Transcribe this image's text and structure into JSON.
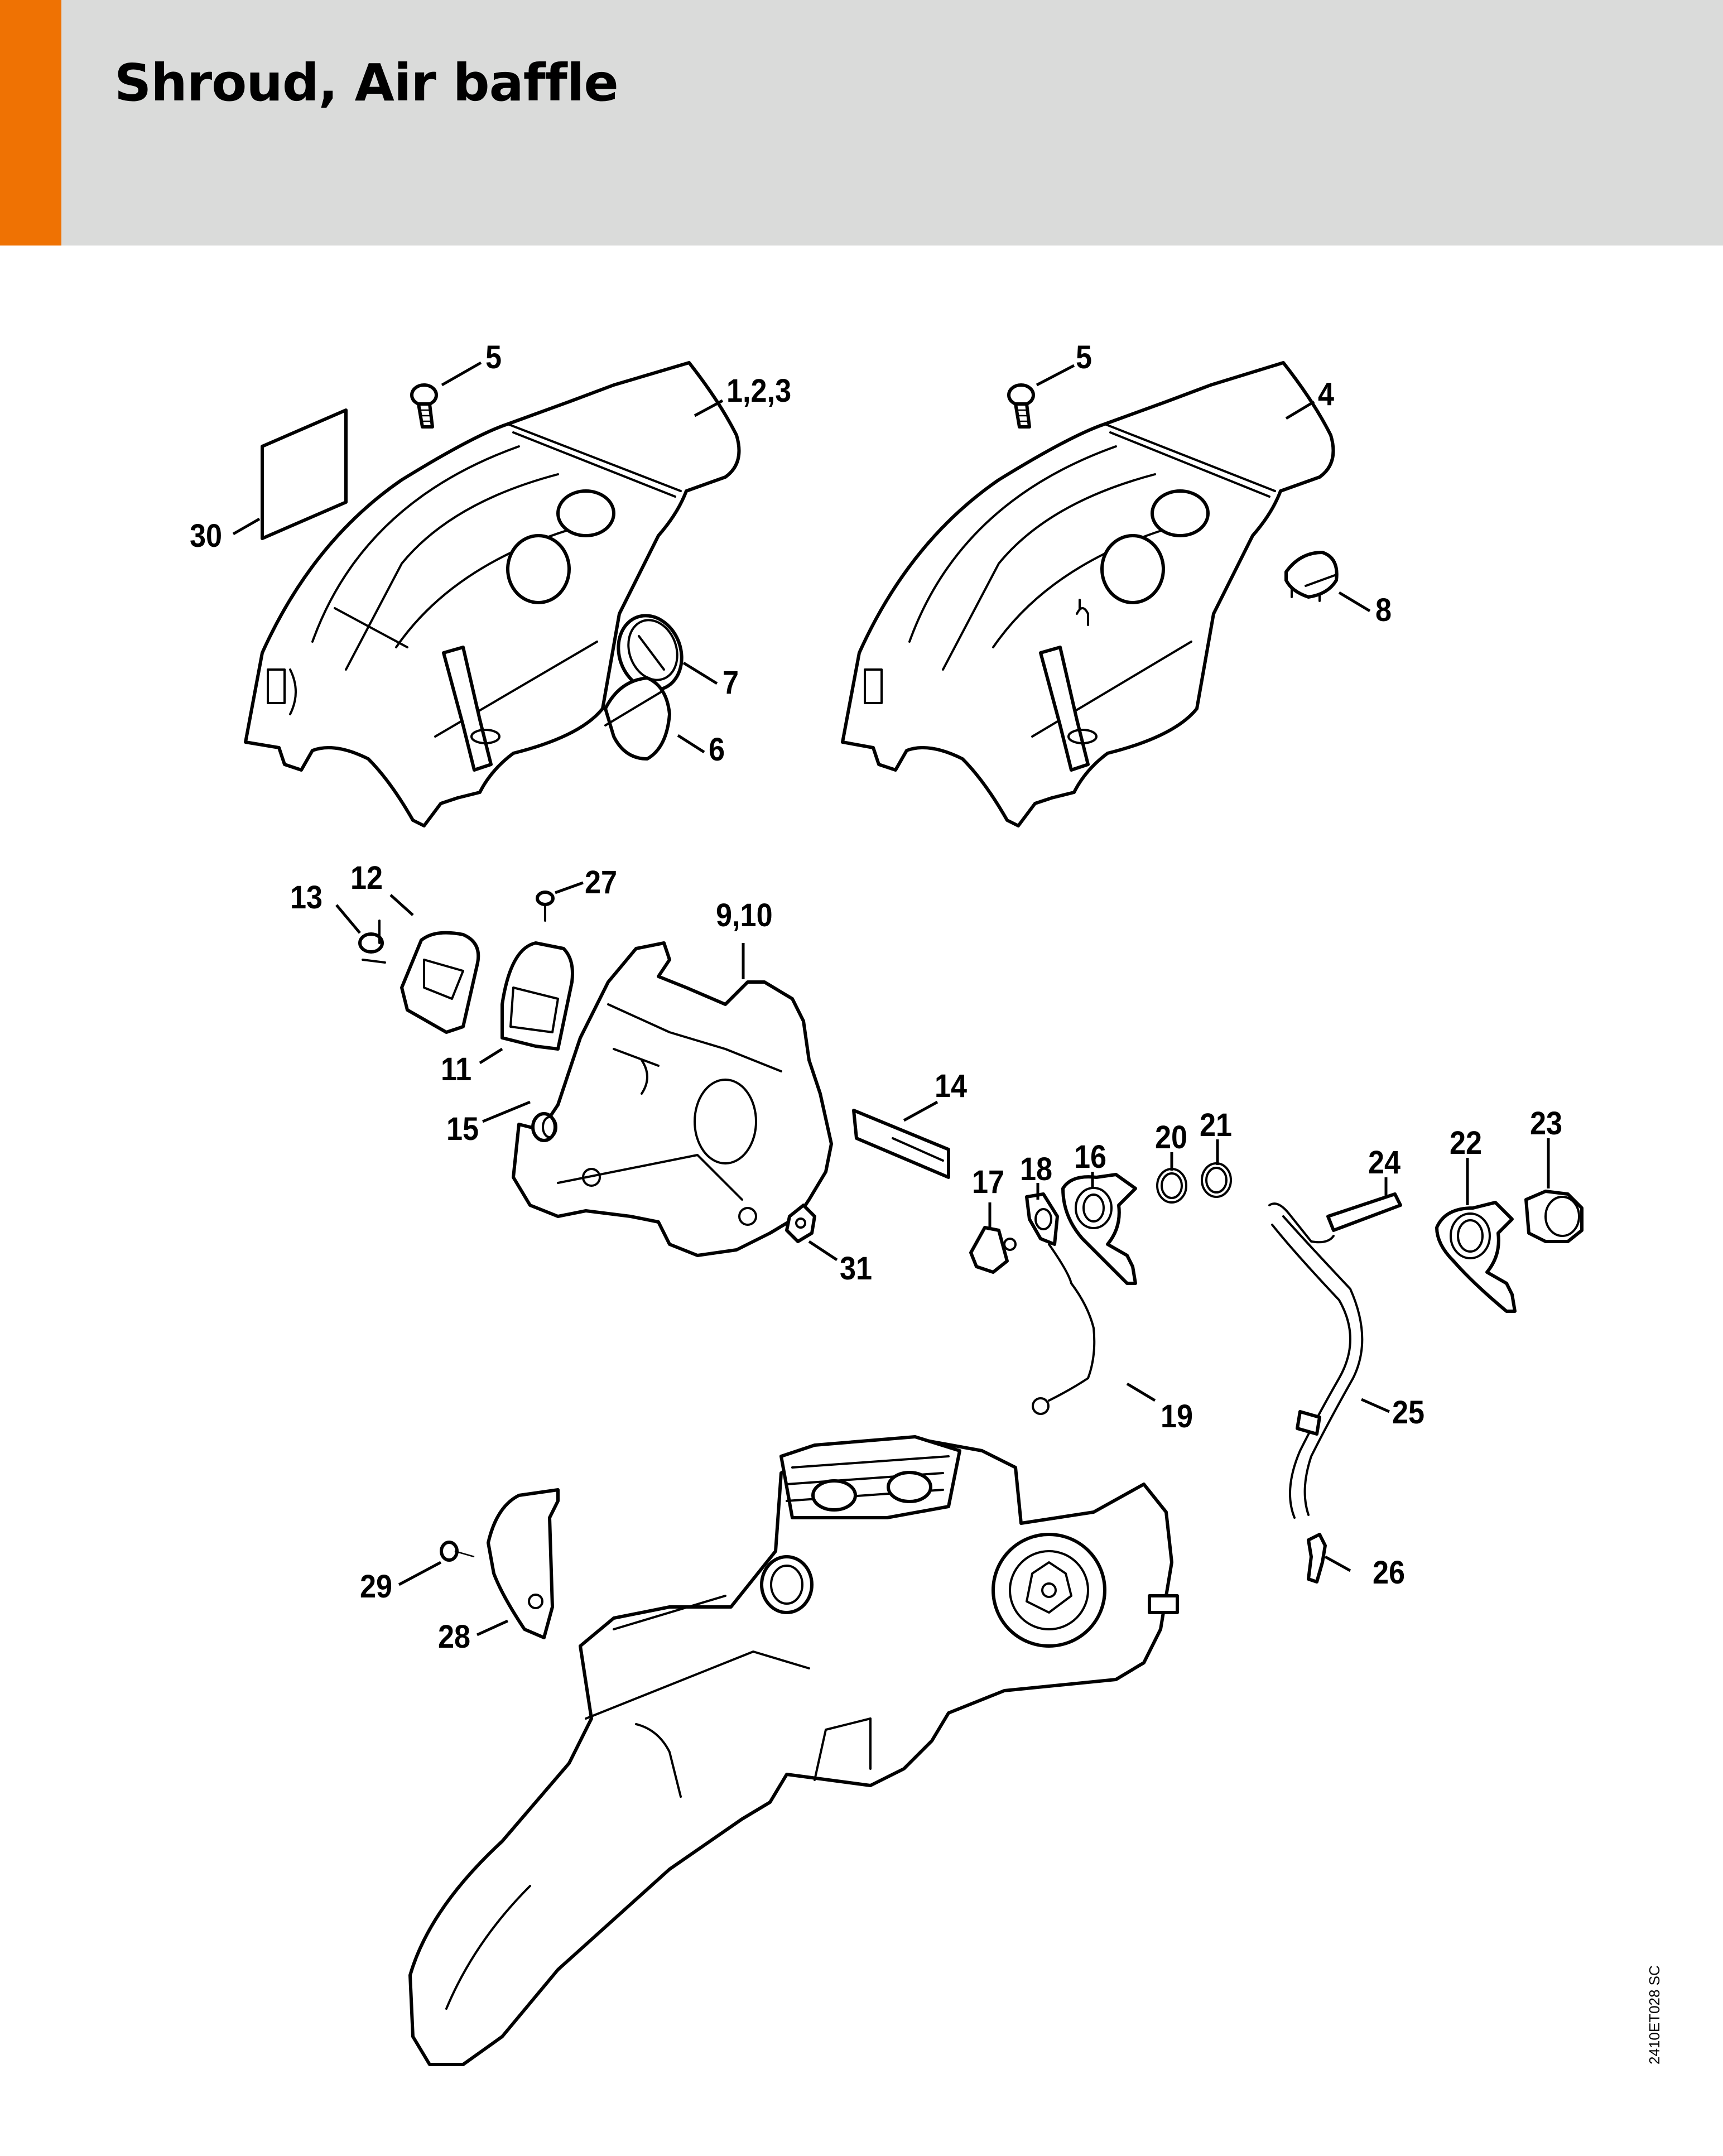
{
  "header": {
    "title": "Shroud, Air baffle",
    "accent_color": "#ef7203",
    "background_color": "#dadbda"
  },
  "diagram": {
    "callouts": {
      "c5a": "5",
      "c123": "1,2,3",
      "c30": "30",
      "c7": "7",
      "c6": "6",
      "c5b": "5",
      "c4": "4",
      "c8": "8",
      "c12": "12",
      "c13": "13",
      "c27": "27",
      "c910": "9,10",
      "c11": "11",
      "c15": "15",
      "c14": "14",
      "c31": "31",
      "c17": "17",
      "c18": "18",
      "c16": "16",
      "c20": "20",
      "c21": "21",
      "c24": "24",
      "c22": "22",
      "c23": "23",
      "c19": "19",
      "c25": "25",
      "c26": "26",
      "c29": "29",
      "c28": "28"
    },
    "drawing_number": "2410ET028 SC"
  }
}
